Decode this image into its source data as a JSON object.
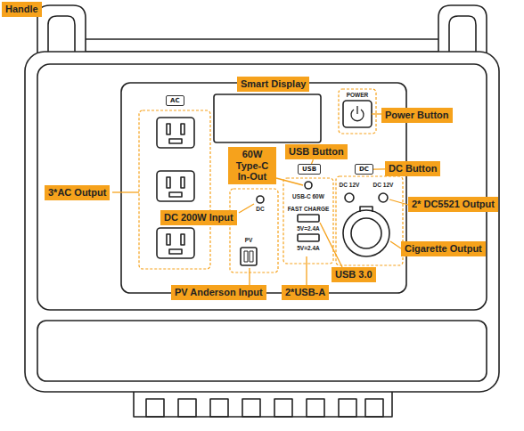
{
  "diagram": {
    "nodes": [
      {
        "text": [
          "Handle"
        ]
      },
      {
        "text": [
          "Smart Display"
        ]
      },
      {
        "text": [
          "AC"
        ]
      },
      {
        "text": [
          "Power Button"
        ]
      },
      {
        "text": [
          "60W Type-C In-Out"
        ]
      },
      {
        "text": [
          "USB Button"
        ]
      },
      {
        "text": [
          "USB"
        ]
      },
      {
        "text": [
          "DC"
        ]
      },
      {
        "text": [
          "DC Button"
        ]
      },
      {
        "text": [
          "3*AC Output"
        ]
      },
      {
        "text": [
          "DC 200W Input"
        ]
      },
      {
        "text": [
          "2* DC5521 Output"
        ]
      },
      {
        "text": [
          "Cigarette Output"
        ]
      },
      {
        "text": [
          "USB 3.0"
        ]
      },
      {
        "text": [
          "PV Anderson Input"
        ]
      },
      {
        "text": [
          "2*USB-A"
        ]
      }
    ],
    "edges": [
      {
        "from": 5,
        "to": 6,
        "arrow": "none"
      },
      {
        "from": 8,
        "to": 7,
        "arrow": "none"
      }
    ],
    "labels": [
      "POWER",
      "DC",
      "USB-C 60W",
      "FAST CHARGE",
      "5V=2.4A",
      "5V=2.4A",
      "DC 12V",
      "DC 12V",
      "PV"
    ]
  }
}
